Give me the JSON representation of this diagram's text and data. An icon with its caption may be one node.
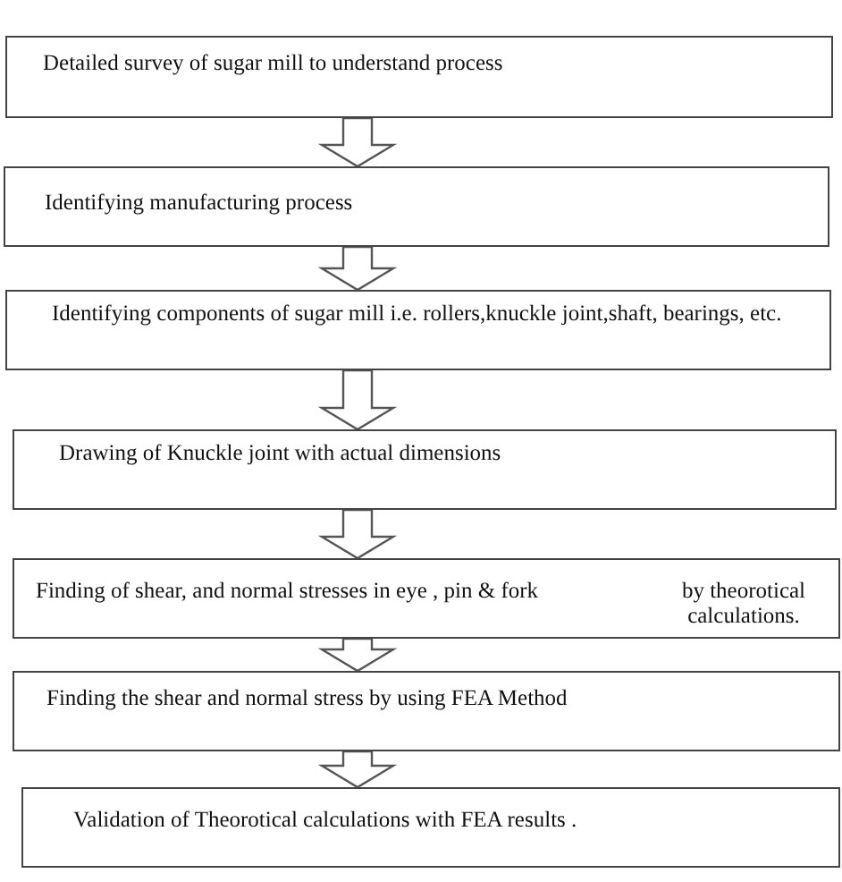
{
  "diagram": {
    "nodes": [
      {
        "text": [
          "Detailed survey of sugar mill to understand process"
        ]
      },
      {
        "text": [
          "Identifying manufacturing process"
        ]
      },
      {
        "text": [
          "Identifying components of sugar mill i.e. rollers,knuckle joint,shaft, bearings, etc."
        ]
      },
      {
        "text": [
          "Drawing of Knuckle joint with actual dimensions"
        ]
      },
      {
        "text": [
          "Finding of shear, and normal stresses in eye , pin & fork",
          "by theorotical calculations."
        ]
      },
      {
        "text": [
          "Finding the shear and normal stress by using FEA Method"
        ]
      },
      {
        "text": [
          "Validation of Theorotical calculations with FEA results ."
        ]
      }
    ],
    "edges": [
      {
        "from": 0,
        "to": 1,
        "arrow": "to"
      },
      {
        "from": 1,
        "to": 2,
        "arrow": "to"
      },
      {
        "from": 2,
        "to": 3,
        "arrow": "to"
      },
      {
        "from": 3,
        "to": 4,
        "arrow": "to"
      },
      {
        "from": 4,
        "to": 5,
        "arrow": "to"
      },
      {
        "from": 5,
        "to": 6,
        "arrow": "to"
      }
    ]
  }
}
